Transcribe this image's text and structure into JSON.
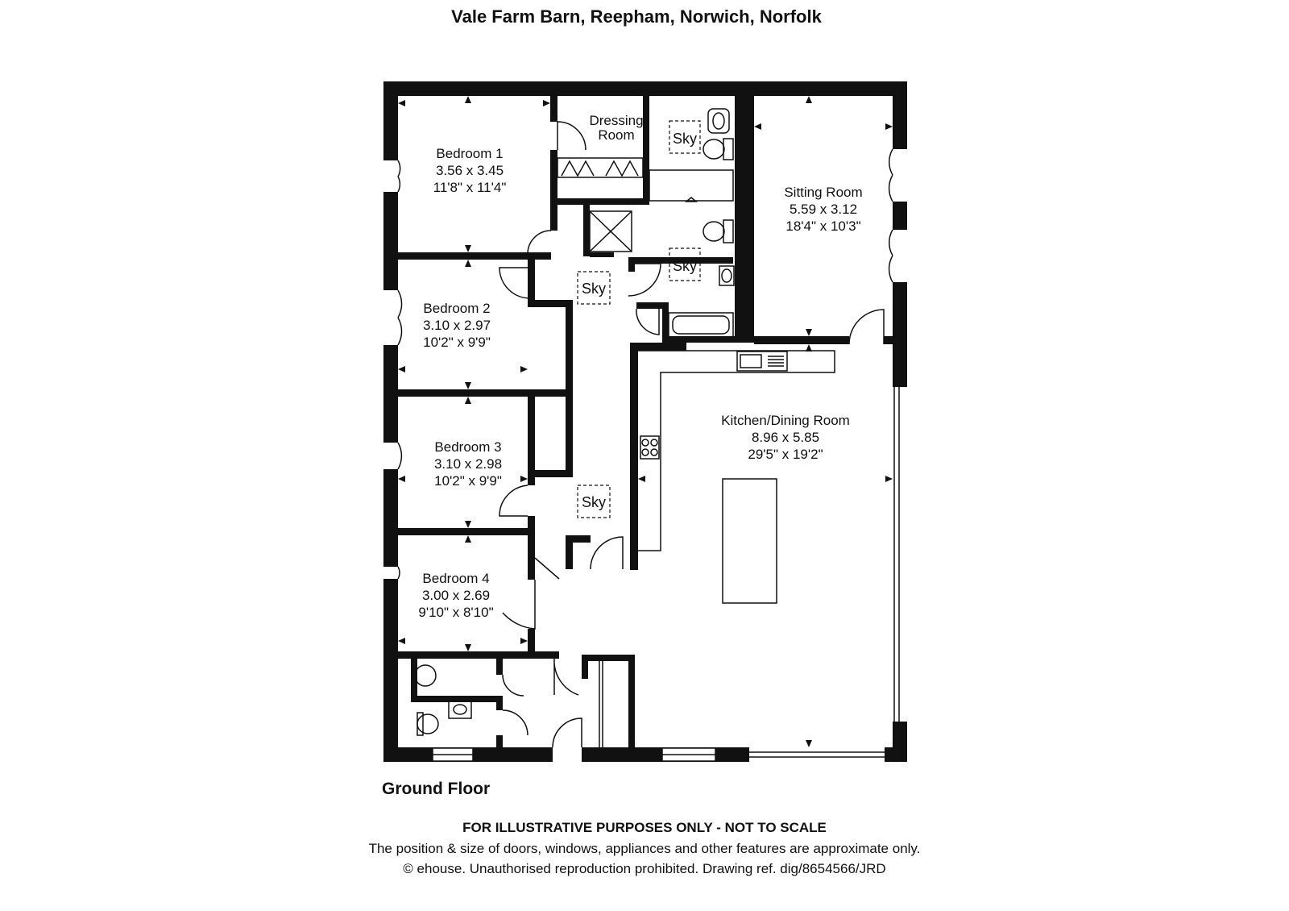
{
  "title": "Vale Farm Barn, Reepham, Norwich, Norfolk",
  "floor_label": "Ground Floor",
  "rooms": [
    {
      "name": "Bedroom 1",
      "metric": "3.56 x 3.45",
      "imperial": "11'8\" x 11'4\""
    },
    {
      "name": "Bedroom 2",
      "metric": "3.10 x 2.97",
      "imperial": "10'2\" x 9'9\""
    },
    {
      "name": "Bedroom 3",
      "metric": "3.10 x 2.98",
      "imperial": "10'2\" x 9'9\""
    },
    {
      "name": "Bedroom 4",
      "metric": "3.00 x 2.69",
      "imperial": "9'10\" x 8'10\""
    },
    {
      "name": "Sitting Room",
      "metric": "5.59 x 3.12",
      "imperial": "18'4\" x 10'3\""
    },
    {
      "name": "Kitchen/Dining Room",
      "metric": "8.96 x 5.85",
      "imperial": "29'5\" x 19'2\""
    }
  ],
  "dressing_room": {
    "line1": "Dressing",
    "line2": "Room"
  },
  "skylight_label": "Sky",
  "footer": {
    "line1": "FOR ILLUSTRATIVE PURPOSES ONLY - NOT TO SCALE",
    "line2": "The position & size of doors, windows, appliances and other features are approximate only.",
    "line3": "© ehouse. Unauthorised reproduction prohibited. Drawing ref. dig/8654566/JRD"
  }
}
